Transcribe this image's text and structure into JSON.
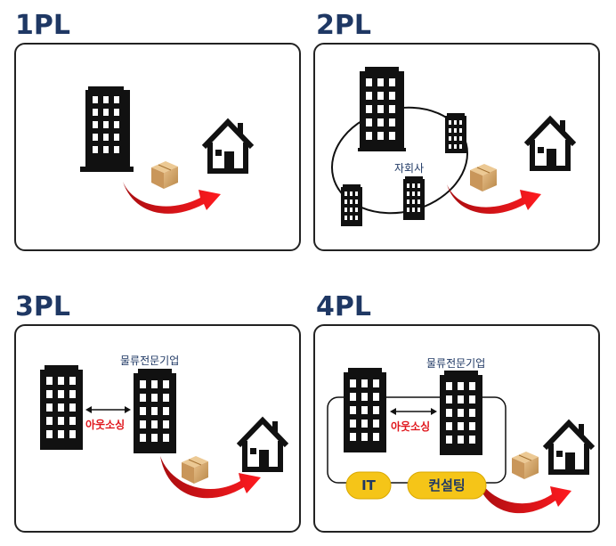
{
  "panels": [
    {
      "heading": "1PL"
    },
    {
      "heading": "2PL",
      "label_self": "자회사"
    },
    {
      "heading": "3PL",
      "label_logistics": "물류전문기업",
      "label_outsourcing": "아웃소싱"
    },
    {
      "heading": "4PL",
      "label_logistics": "물류전문기업",
      "label_outsourcing": "아웃소싱",
      "pill_it": "IT",
      "pill_consulting": "컨설팅"
    }
  ],
  "colors": {
    "heading": "#1f3864",
    "building": "#111111",
    "arrow": "#e0161c",
    "pill": "#f5c518",
    "box": "#d7a86a"
  },
  "icons": [
    "building-icon",
    "house-icon",
    "parcel-box-icon",
    "curved-arrow-icon"
  ]
}
